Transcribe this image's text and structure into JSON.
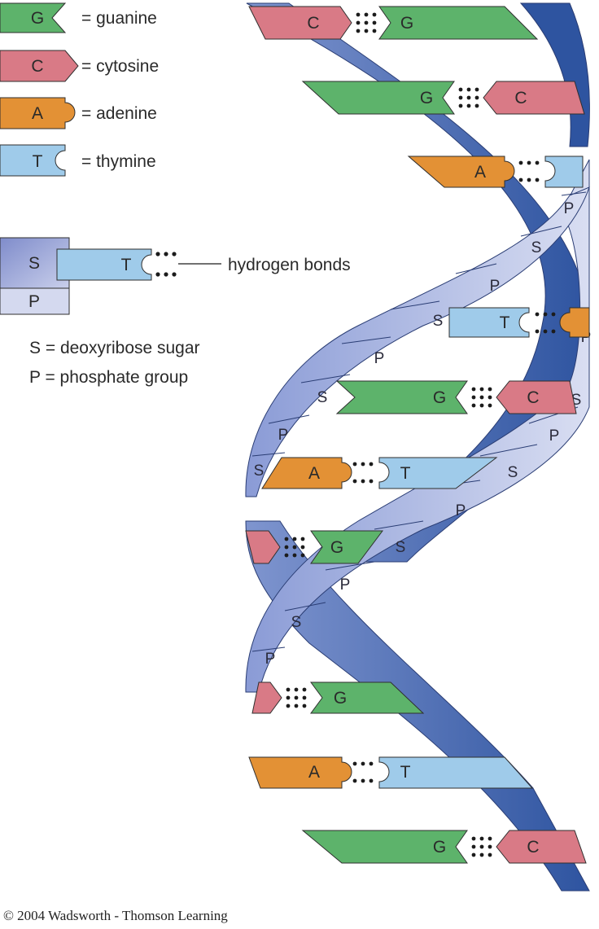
{
  "legend": {
    "guanine": {
      "letter": "G",
      "text": "= guanine"
    },
    "cytosine": {
      "letter": "C",
      "text": "= cytosine"
    },
    "adenine": {
      "letter": "A",
      "text": "= adenine"
    },
    "thymine": {
      "letter": "T",
      "text": "= thymine"
    }
  },
  "nucleotide_key": {
    "sugar_letter": "S",
    "phosphate_letter": "P",
    "base_letter": "T",
    "bonds_label": "hydrogen bonds",
    "sugar_def": "S = deoxyribose sugar",
    "phosphate_def": "P = phosphate group"
  },
  "helix": {
    "pairs": [
      {
        "left": "C",
        "right": "G"
      },
      {
        "left": "G",
        "right": "C"
      },
      {
        "left": "A",
        "right": ""
      },
      {
        "left": "T",
        "right": ""
      },
      {
        "left": "G",
        "right": "C"
      },
      {
        "left": "A",
        "right": "T"
      },
      {
        "left": "",
        "right": "G"
      },
      {
        "left": "",
        "right": "G"
      },
      {
        "left": "A",
        "right": "T"
      },
      {
        "left": "G",
        "right": "C"
      }
    ],
    "strand_labels": [
      "P",
      "S",
      "P",
      "S",
      "P",
      "S",
      "P",
      "S",
      "P",
      "S",
      "P",
      "S",
      "P",
      "S",
      "P",
      "S",
      "P"
    ]
  },
  "colors": {
    "guanine": "#5db36b",
    "cytosine": "#d97a86",
    "adenine": "#e39135",
    "thymine": "#9fcbea",
    "strand_dark": "#3f63a8",
    "strand_light": "#c3cbe6",
    "sugar_box": "#8d98cf"
  },
  "copyright": "© 2004 Wadsworth - Thomson Learning"
}
